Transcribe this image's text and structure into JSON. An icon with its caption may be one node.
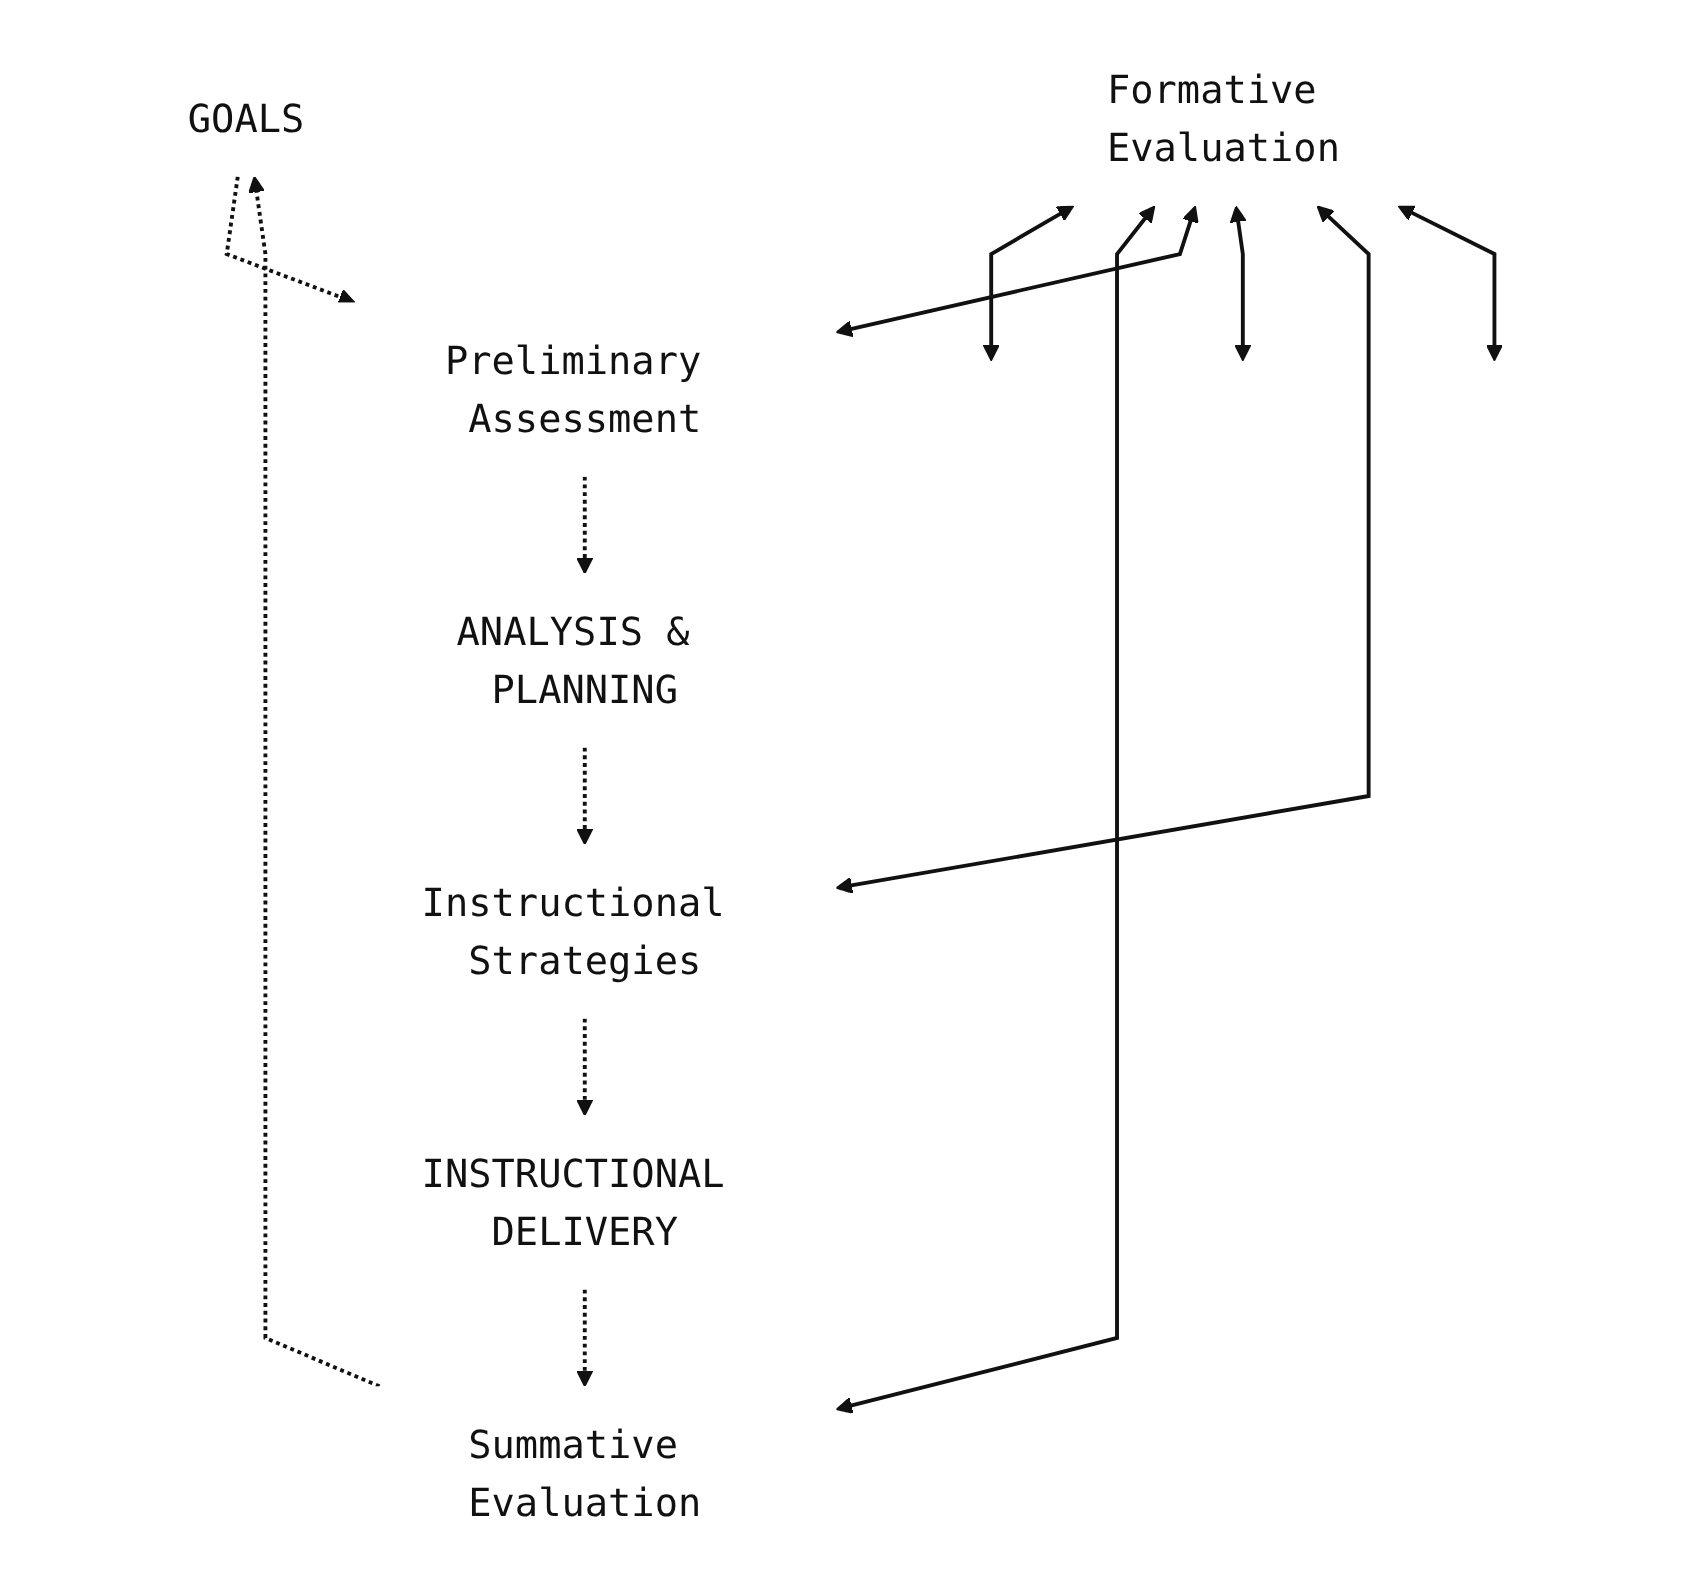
{
  "diagram": {
    "nodes": [
      {
        "text": [
          "GOALS"
        ]
      },
      {
        "text": [
          "Preliminary Assessment"
        ]
      },
      {
        "text": [
          "ANALYSIS & PLANNING"
        ]
      },
      {
        "text": [
          "Instructional Strategies"
        ]
      },
      {
        "text": [
          "INSTRUCTIONAL DELIVERY"
        ]
      },
      {
        "text": [
          "Summative Evaluation"
        ]
      },
      {
        "text": [
          "Formative Evaluation"
        ]
      }
    ],
    "edges": [
      {
        "from": 0,
        "to": 1,
        "arrow": "to",
        "style": "dashed"
      },
      {
        "from": 1,
        "to": 2,
        "arrow": "to",
        "style": "dashed"
      },
      {
        "from": 2,
        "to": 3,
        "arrow": "to",
        "style": "dashed"
      },
      {
        "from": 3,
        "to": 4,
        "arrow": "to",
        "style": "dashed"
      },
      {
        "from": 4,
        "to": 5,
        "arrow": "to",
        "style": "dashed"
      },
      {
        "from": 5,
        "to": 0,
        "arrow": "to",
        "style": "dashed"
      },
      {
        "from": 6,
        "to": null,
        "arrow": "both"
      },
      {
        "from": 6,
        "to": 5,
        "arrow": "both"
      },
      {
        "from": 6,
        "to": 1,
        "arrow": "both"
      },
      {
        "from": 6,
        "to": null,
        "arrow": "both"
      },
      {
        "from": 6,
        "to": 3,
        "arrow": "both"
      },
      {
        "from": 6,
        "to": null,
        "arrow": "both"
      }
    ]
  }
}
